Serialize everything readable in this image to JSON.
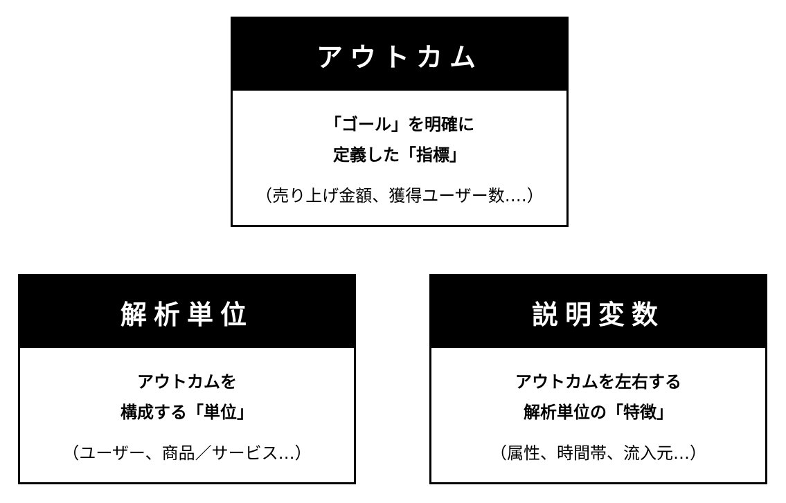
{
  "outcome": {
    "title": "アウトカム",
    "description": [
      "「ゴール」を明確に",
      "定義した「指標」"
    ],
    "examples": "（売り上げ金額、獲得ユーザー数‥‥）"
  },
  "analysis_unit": {
    "title": "解析単位",
    "description": [
      "アウトカムを",
      "構成する「単位」"
    ],
    "examples": "（ユーザー、商品／サービス…）"
  },
  "explanatory_variable": {
    "title": "説明変数",
    "description": [
      "アウトカムを左右する",
      "解析単位の「特徴」"
    ],
    "examples": "（属性、時間帯、流入元…）"
  },
  "colors": {
    "header_background": "#000000",
    "header_text": "#ffffff",
    "border": "#000000",
    "body_background": "#ffffff"
  }
}
